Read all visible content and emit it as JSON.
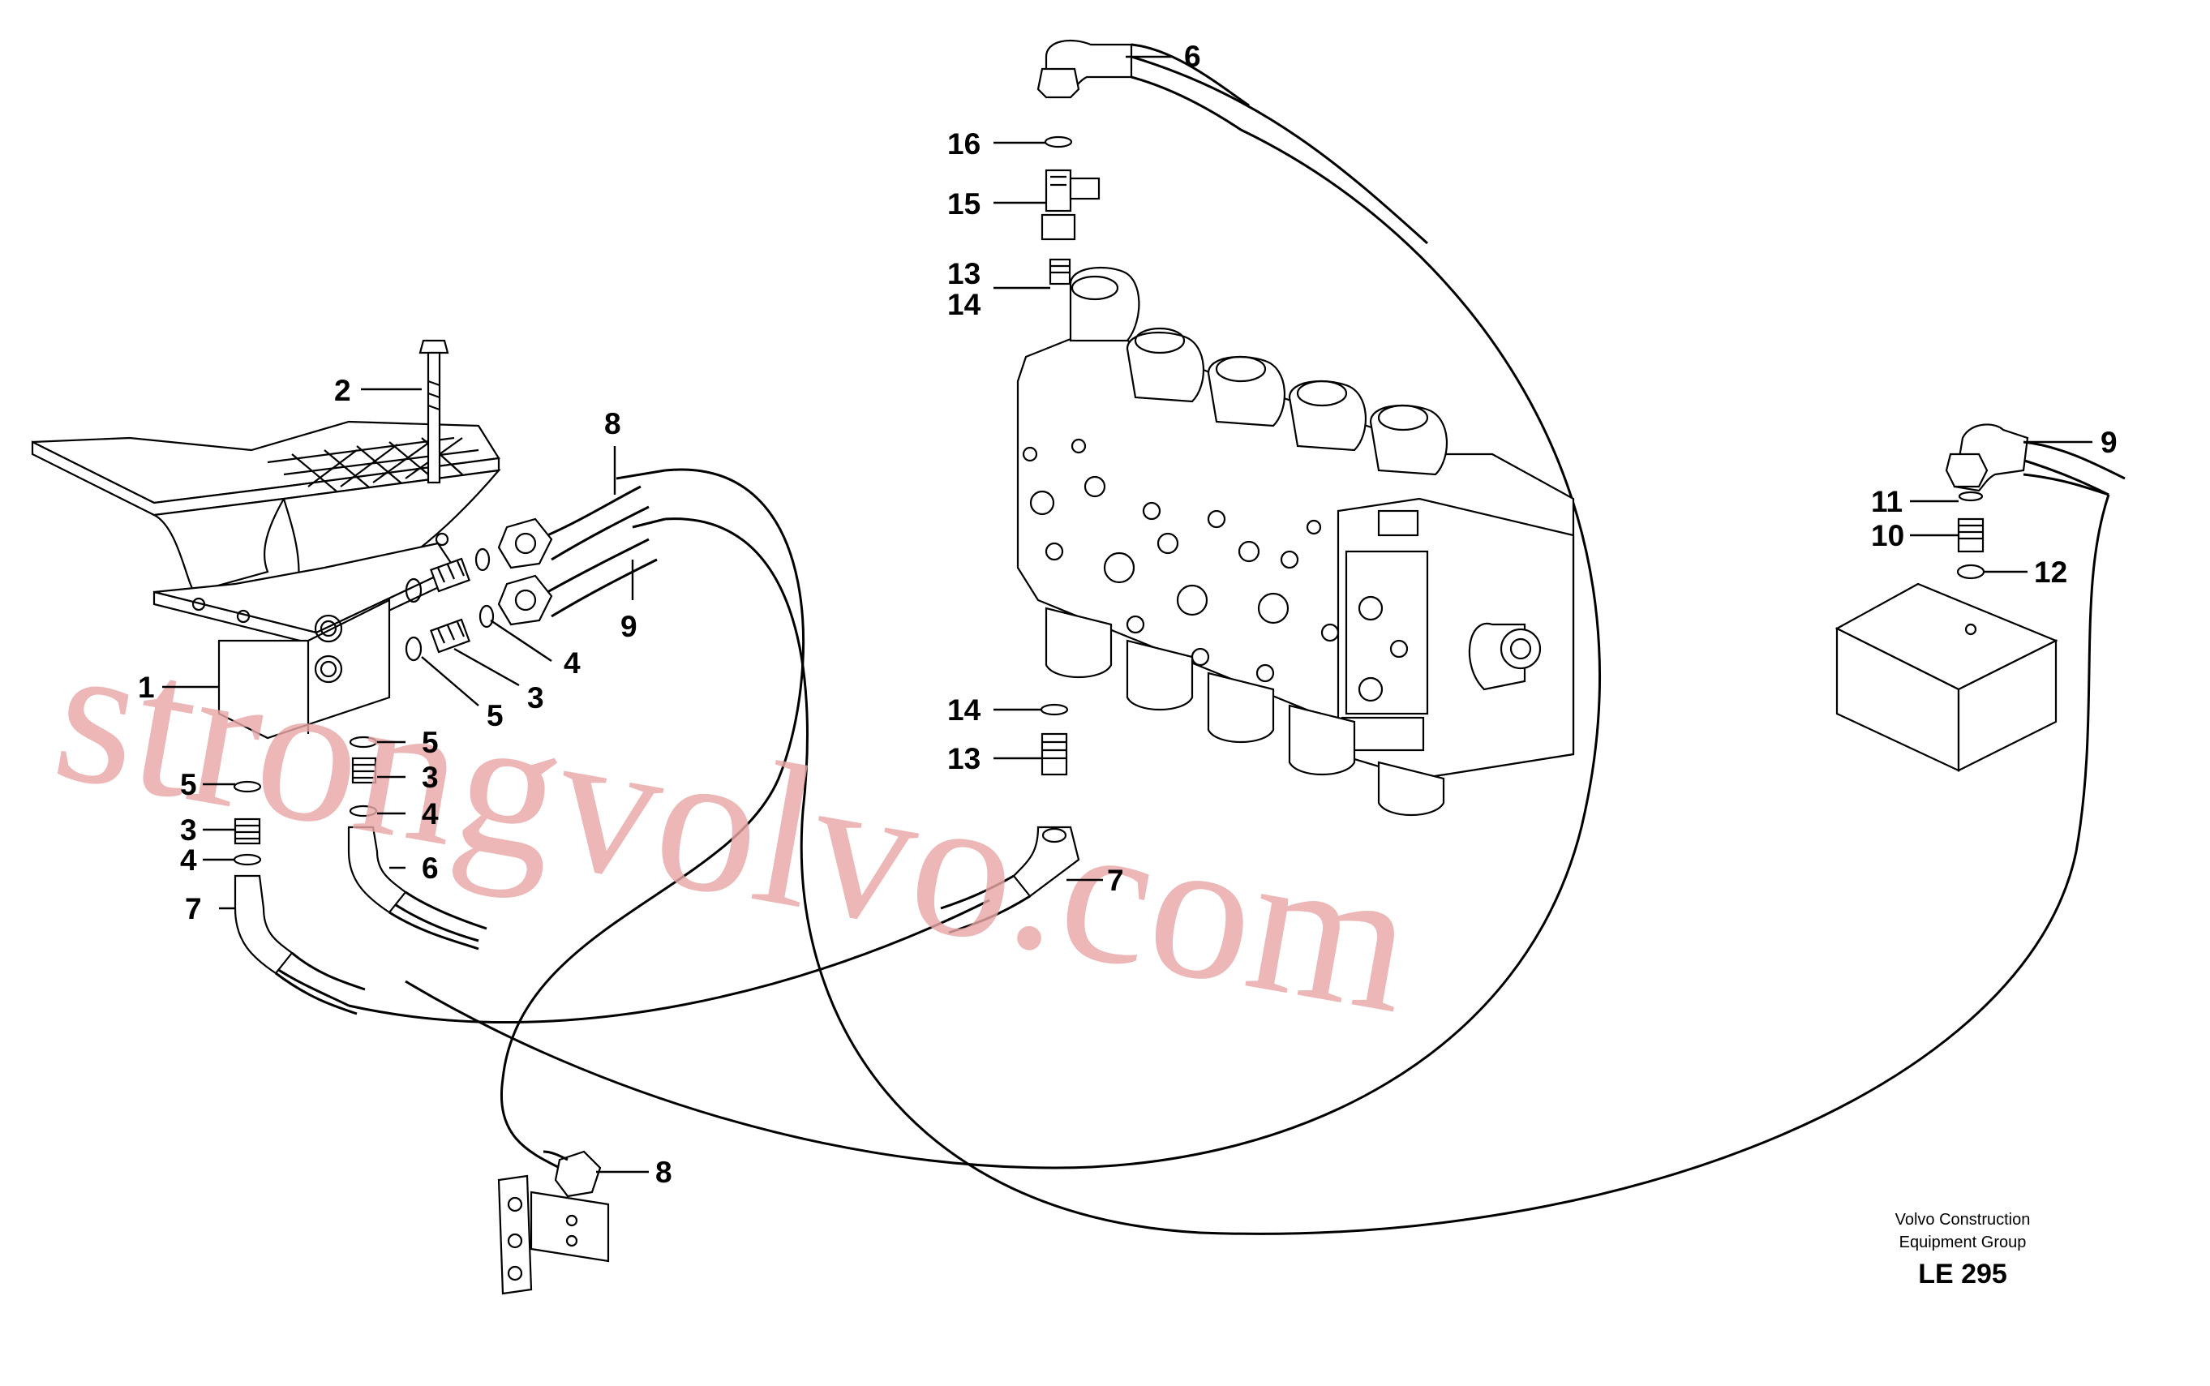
{
  "diagram": {
    "callouts": [
      {
        "id": "c-6-top",
        "label": "6"
      },
      {
        "id": "c-16",
        "label": "16"
      },
      {
        "id": "c-15",
        "label": "15"
      },
      {
        "id": "c-13-top",
        "label": "13"
      },
      {
        "id": "c-14-top",
        "label": "14"
      },
      {
        "id": "c-2",
        "label": "2"
      },
      {
        "id": "c-8-top",
        "label": "8"
      },
      {
        "id": "c-9-mid",
        "label": "9"
      },
      {
        "id": "c-4-right",
        "label": "4"
      },
      {
        "id": "c-3-right",
        "label": "3"
      },
      {
        "id": "c-5-right",
        "label": "5"
      },
      {
        "id": "c-1",
        "label": "1"
      },
      {
        "id": "c-5-a",
        "label": "5"
      },
      {
        "id": "c-3-a",
        "label": "3"
      },
      {
        "id": "c-4-a",
        "label": "4"
      },
      {
        "id": "c-7-left",
        "label": "7"
      },
      {
        "id": "c-5-b",
        "label": "5"
      },
      {
        "id": "c-3-b",
        "label": "3"
      },
      {
        "id": "c-4-b",
        "label": "4"
      },
      {
        "id": "c-6-left",
        "label": "6"
      },
      {
        "id": "c-14-low",
        "label": "14"
      },
      {
        "id": "c-13-low",
        "label": "13"
      },
      {
        "id": "c-7-right",
        "label": "7"
      },
      {
        "id": "c-9-right",
        "label": "9"
      },
      {
        "id": "c-11",
        "label": "11"
      },
      {
        "id": "c-10",
        "label": "10"
      },
      {
        "id": "c-12",
        "label": "12"
      },
      {
        "id": "c-8-bottom",
        "label": "8"
      }
    ]
  },
  "credit": {
    "line1": "Volvo Construction",
    "line2": "Equipment Group",
    "sheet": "LE 295"
  },
  "watermark": {
    "text": "strongvolvo.com",
    "color": "#e8a7a6"
  },
  "colors": {
    "line": "#000000",
    "background": "#ffffff"
  }
}
